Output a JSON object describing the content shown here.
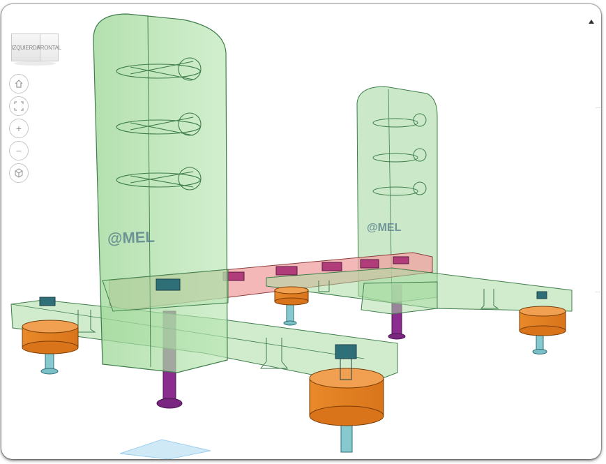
{
  "viewcube": {
    "left_label": "IZQUIERDA",
    "front_label": "FRONTAL"
  },
  "nav": {
    "home": "home-icon",
    "fit": "fit-view-icon",
    "zoom_in": "+",
    "zoom_out": "−",
    "orbit": "perspective-icon"
  },
  "model": {
    "left_tower_text": "@MEL",
    "right_tower_text": "@MEL"
  },
  "colors": {
    "green_part": "#a6dca0",
    "red_part": "#f2a0a0",
    "purple_bolt": "#8a2d8e",
    "orange_foot": "#e0801e",
    "teal_screw": "#7ec4cc"
  }
}
